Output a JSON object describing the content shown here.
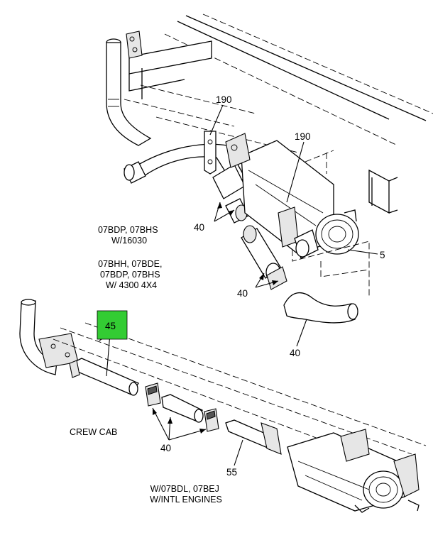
{
  "callouts": {
    "c190_a": "190",
    "c190_b": "190",
    "c40_a": "40",
    "c40_b": "40",
    "c40_c": "40",
    "c40_d": "40",
    "c5": "5",
    "c45": "45",
    "c55": "55"
  },
  "notes": {
    "note1": [
      "07BDP, 07BHS",
      "W/16030"
    ],
    "note2": [
      "07BHH, 07BDE,",
      "07BDP, 07BHS",
      "W/ 4300 4X4"
    ],
    "crew_cab": "CREW CAB",
    "engines": [
      "W/07BDL, 07BEJ",
      "W/INTL ENGINES"
    ]
  },
  "colors": {
    "highlight": "#33cc33",
    "line": "#000000"
  }
}
